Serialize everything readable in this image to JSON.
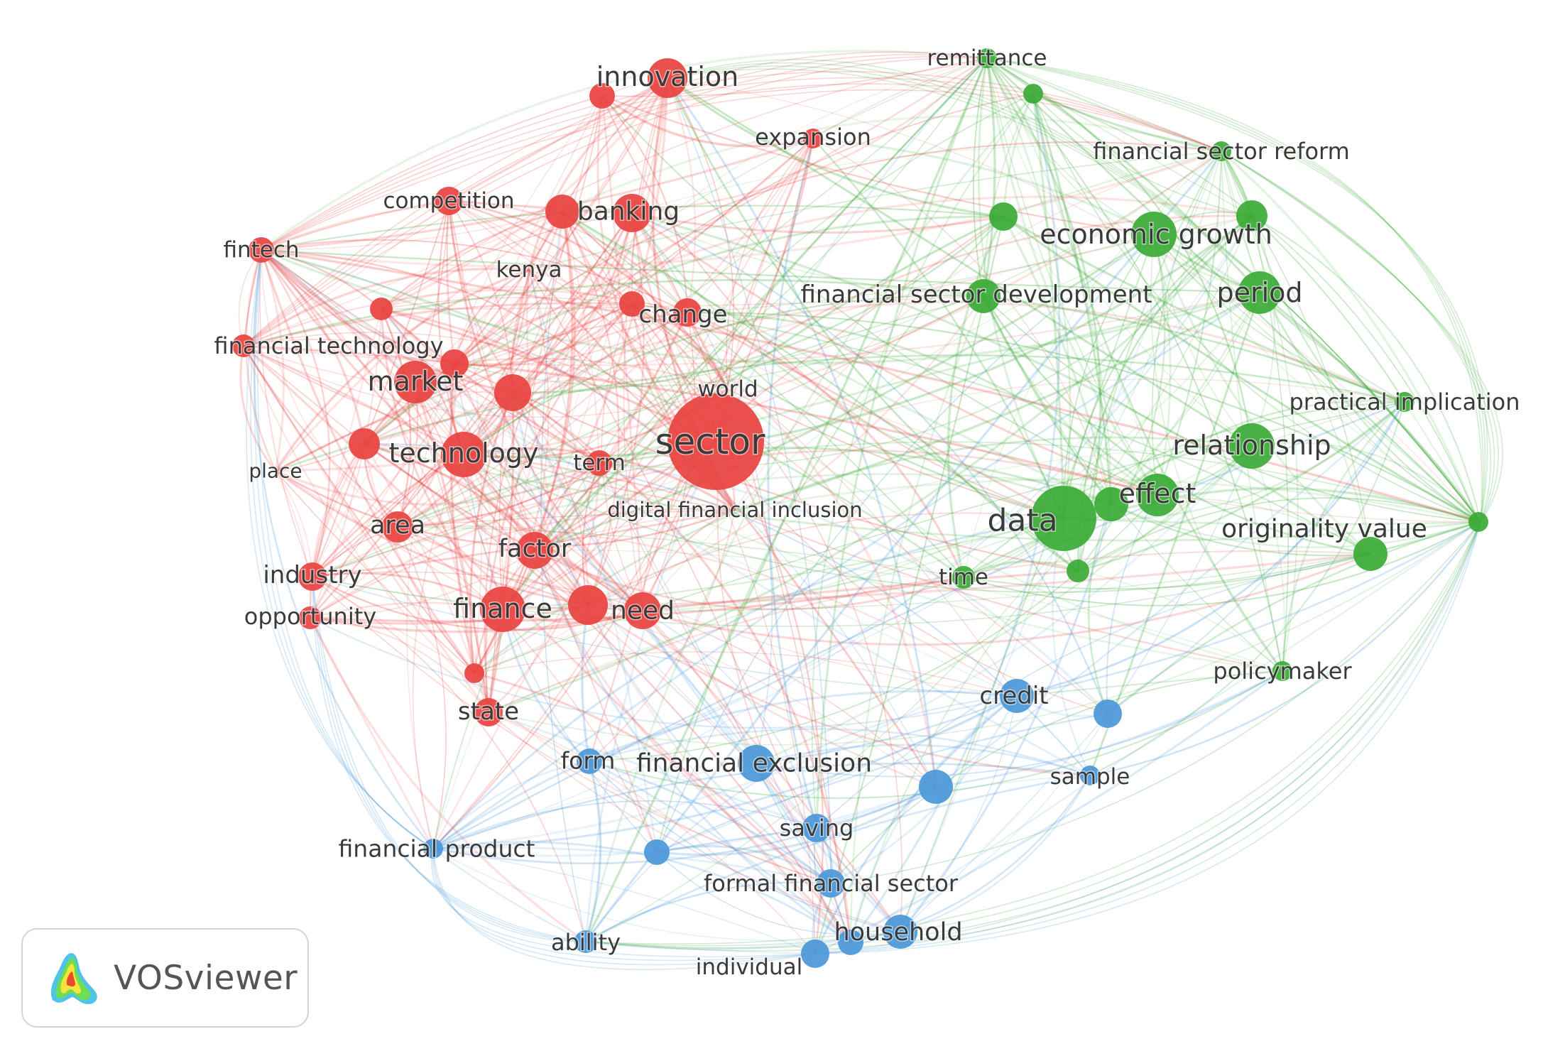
{
  "app": {
    "logo_text": "VOSviewer",
    "logo_icon": "vosviewer-density-icon"
  },
  "colors": {
    "cluster_1": "#e8423f",
    "cluster_2": "#3aaa35",
    "cluster_3": "#4a97d8"
  },
  "network": {
    "nodes": [
      {
        "label": "sector",
        "cluster": 1,
        "weight": 1.0
      },
      {
        "label": "innovation",
        "cluster": 1,
        "weight": 0.45
      },
      {
        "label": "banking",
        "cluster": 1,
        "weight": 0.45
      },
      {
        "label": "competition",
        "cluster": 1,
        "weight": 0.3
      },
      {
        "label": "fintech",
        "cluster": 1,
        "weight": 0.3
      },
      {
        "label": "kenya",
        "cluster": 1,
        "weight": 0.2
      },
      {
        "label": "expansion",
        "cluster": 1,
        "weight": 0.25
      },
      {
        "label": "change",
        "cluster": 1,
        "weight": 0.35
      },
      {
        "label": "financial technology",
        "cluster": 1,
        "weight": 0.25
      },
      {
        "label": "market",
        "cluster": 1,
        "weight": 0.5
      },
      {
        "label": "world",
        "cluster": 1,
        "weight": 0.25
      },
      {
        "label": "technology",
        "cluster": 1,
        "weight": 0.6
      },
      {
        "label": "place",
        "cluster": 1,
        "weight": 0.2
      },
      {
        "label": "term",
        "cluster": 1,
        "weight": 0.3
      },
      {
        "label": "digital financial inclusion",
        "cluster": 1,
        "weight": 0.2
      },
      {
        "label": "area",
        "cluster": 1,
        "weight": 0.35
      },
      {
        "label": "factor",
        "cluster": 1,
        "weight": 0.45
      },
      {
        "label": "industry",
        "cluster": 1,
        "weight": 0.35
      },
      {
        "label": "opportunity",
        "cluster": 1,
        "weight": 0.3
      },
      {
        "label": "finance",
        "cluster": 1,
        "weight": 0.6
      },
      {
        "label": "need",
        "cluster": 1,
        "weight": 0.5
      },
      {
        "label": "state",
        "cluster": 1,
        "weight": 0.4
      },
      {
        "label": "remittance",
        "cluster": 2,
        "weight": 0.25
      },
      {
        "label": "financial sector reform",
        "cluster": 2,
        "weight": 0.25
      },
      {
        "label": "economic growth",
        "cluster": 2,
        "weight": 0.6
      },
      {
        "label": "financial sector development",
        "cluster": 2,
        "weight": 0.45
      },
      {
        "label": "period",
        "cluster": 2,
        "weight": 0.55
      },
      {
        "label": "practical implication",
        "cluster": 2,
        "weight": 0.25
      },
      {
        "label": "relationship",
        "cluster": 2,
        "weight": 0.6
      },
      {
        "label": "effect",
        "cluster": 2,
        "weight": 0.6
      },
      {
        "label": "data",
        "cluster": 2,
        "weight": 0.85
      },
      {
        "label": "originality value",
        "cluster": 2,
        "weight": 0.45
      },
      {
        "label": "time",
        "cluster": 2,
        "weight": 0.3
      },
      {
        "label": "policymaker",
        "cluster": 2,
        "weight": 0.25
      },
      {
        "label": "credit",
        "cluster": 3,
        "weight": 0.45
      },
      {
        "label": "sample",
        "cluster": 3,
        "weight": 0.3
      },
      {
        "label": "form",
        "cluster": 3,
        "weight": 0.35
      },
      {
        "label": "financial exclusion",
        "cluster": 3,
        "weight": 0.45
      },
      {
        "label": "financial product",
        "cluster": 3,
        "weight": 0.25
      },
      {
        "label": "saving",
        "cluster": 3,
        "weight": 0.35
      },
      {
        "label": "formal financial sector",
        "cluster": 3,
        "weight": 0.35
      },
      {
        "label": "household",
        "cluster": 3,
        "weight": 0.45
      },
      {
        "label": "ability",
        "cluster": 3,
        "weight": 0.3
      },
      {
        "label": "individual",
        "cluster": 3,
        "weight": 0.35
      }
    ]
  }
}
